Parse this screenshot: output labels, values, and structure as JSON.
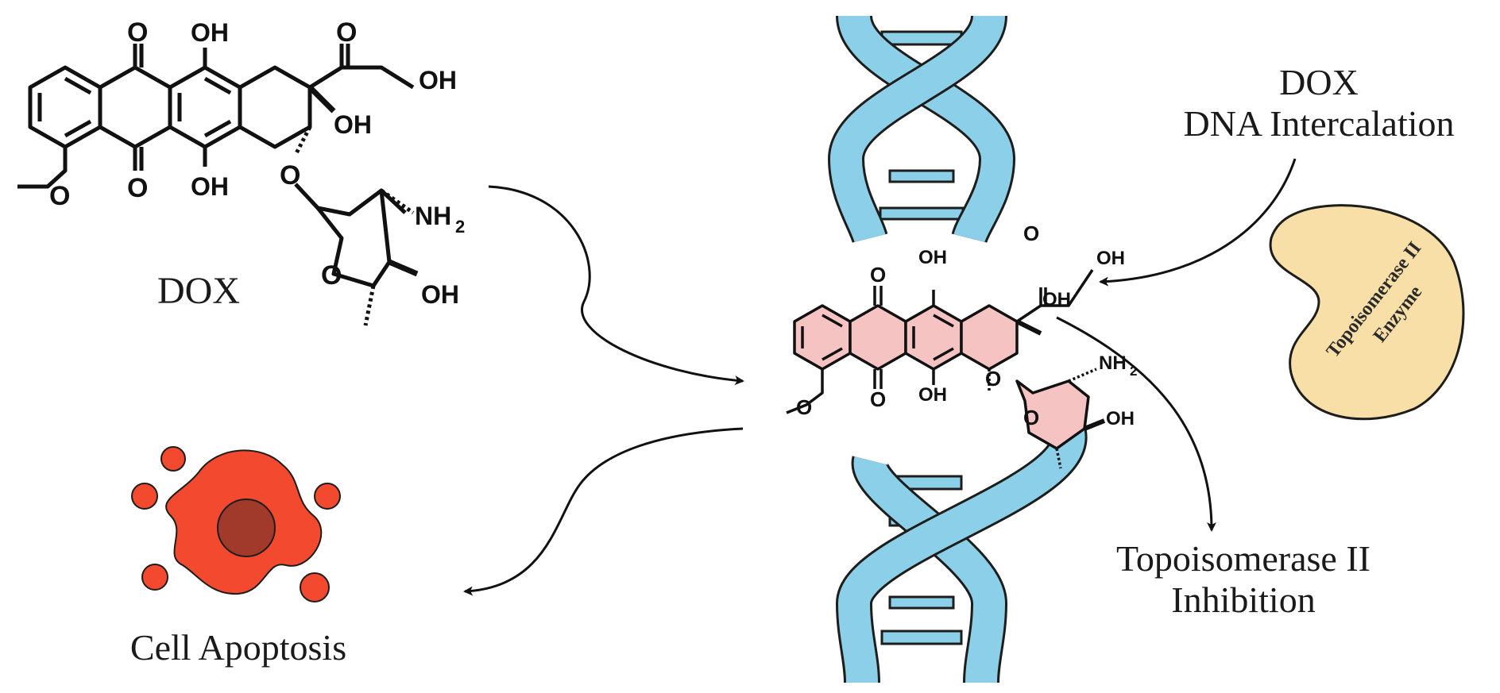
{
  "labels": {
    "dox": "DOX",
    "dox_intercalation": [
      "DOX",
      "DNA Intercalation"
    ],
    "topo_inhibition": [
      "Topoisomerase II",
      "Inhibition"
    ],
    "cell_apoptosis": "Cell Apoptosis",
    "enzyme": [
      "Topoisomerase II",
      "Enzyme"
    ]
  },
  "molecule": {
    "carbonyl_o": "O",
    "hydroxyl": "OH",
    "amine": "NH",
    "amine_subscript": "2",
    "ring_o": "O",
    "ether_o": "O"
  },
  "colors": {
    "dna_strand": "#8ccfe8",
    "dna_outline": "#1d1d1b",
    "bound_dox_fill": "#f6c3c3",
    "cell_body": "#f2492f",
    "cell_nucleus": "#a23a2c",
    "enzyme_fill": "#f8dfa7",
    "ink": "#111111"
  }
}
